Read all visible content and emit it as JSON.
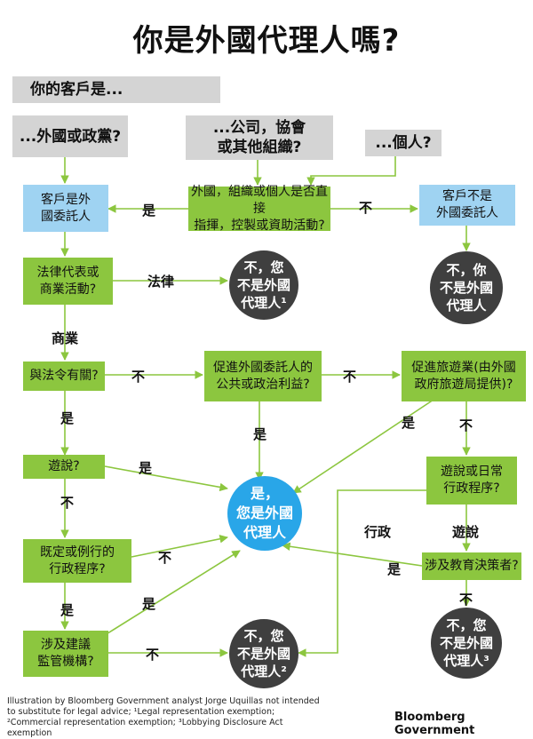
{
  "title": "你是外國代理人嗎?",
  "header": "你的客戶是...",
  "client_types": {
    "foreign": "...外國或政黨?",
    "company": "...公司，協會\n或其他組織?",
    "individual": "...個人?"
  },
  "boxes": {
    "directed": "外國，組織或個人是否直接\n指揮，控製或資助活動?",
    "is_principal": "客戶是外\n國委託人",
    "not_principal": "客戶不是\n外國委託人",
    "legal_commercial": "法律代表或\n商業活動?",
    "about_law": "與法令有關?",
    "promote_public": "促進外國委託人的\n公共或政治利益?",
    "promote_tourism": "促進旅遊業(由外國\n政府旅遊局提供)?",
    "lobbying": "遊說?",
    "lobby_admin": "遊說或日常\n行政程序?",
    "established_admin": "既定或例行的\n行政程序?",
    "education_policy": "涉及教育決策者?",
    "regulatory": "涉及建議\n監管機構?"
  },
  "results": {
    "not_agent_1": "不，您\n不是外國\n代理人¹",
    "not_agent_top": "不，你\n不是外國\n代理人",
    "yes_agent": "是，\n您是外國\n代理人",
    "not_agent_2": "不，您\n不是外國\n代理人²",
    "not_agent_3": "不，您\n不是外國\n代理人³"
  },
  "labels": {
    "yes": "是",
    "no": "不",
    "law": "法律",
    "commerce": "商業",
    "admin": "行政",
    "lobby": "遊說"
  },
  "footer": "Illustration by Bloomberg Government analyst Jorge Uquillas not intended to substitute for legal advice; ¹Legal representation exemption; ²Commercial representation exemption; ³Lobbying Disclosure Act exemption",
  "brand": "Bloomberg Government",
  "colors": {
    "gray": "#d4d4d4",
    "green": "#8cc63f",
    "light_blue": "#9fd3f2",
    "blue": "#29a6e8",
    "dark": "#3f3f3f",
    "arrow": "#8cc63f"
  }
}
